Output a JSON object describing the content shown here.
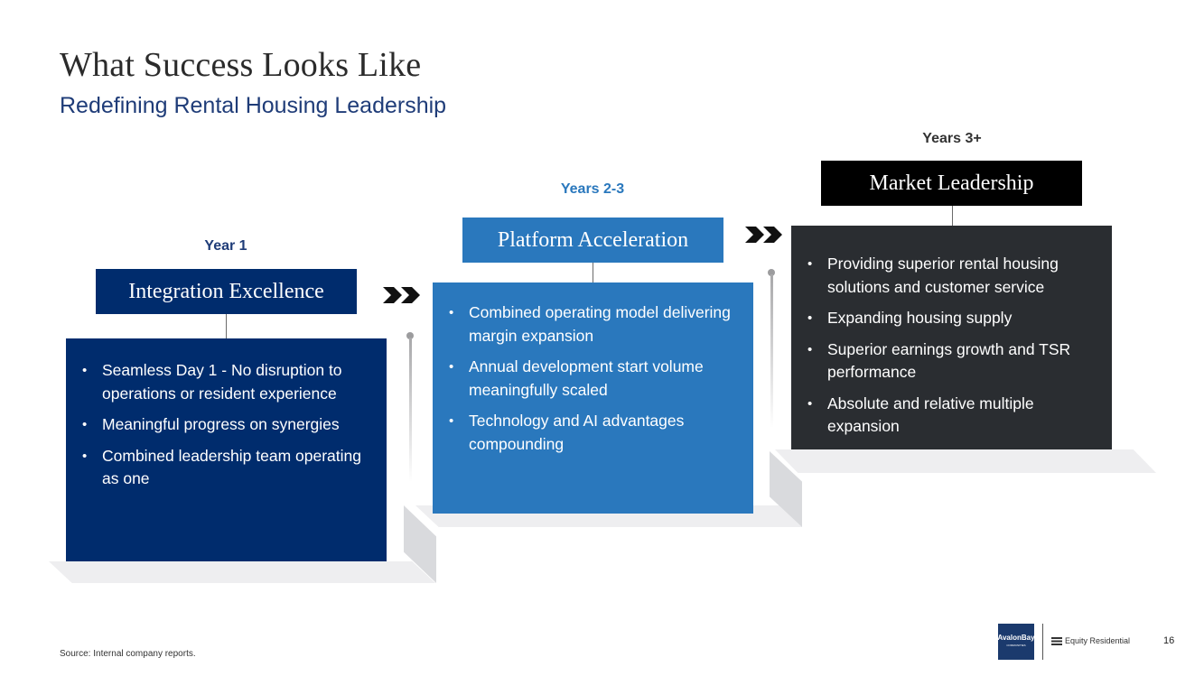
{
  "title": "What Success Looks Like",
  "subtitle": "Redefining Rental Housing Leadership",
  "phases": [
    {
      "year": "Year 1",
      "name": "Integration Excellence",
      "color": "#002c6d",
      "year_color": "#1f3c78",
      "bullets": [
        "Seamless Day 1 - No disruption to operations or resident experience",
        "Meaningful progress on synergies",
        "Combined leadership team operating as one"
      ]
    },
    {
      "year": "Years 2-3",
      "name": "Platform Acceleration",
      "color": "#2a78bd",
      "year_color": "#2a78bd",
      "bullets": [
        "Combined operating model delivering margin expansion",
        "Annual development start volume meaningfully scaled",
        "Technology and AI advantages compounding"
      ]
    },
    {
      "year": "Years 3+",
      "name": "Market Leadership",
      "title_color": "#000000",
      "color": "#2a2d31",
      "year_color": "#333333",
      "bullets": [
        "Providing superior rental housing solutions and customer service",
        "Expanding housing supply",
        "Superior earnings growth and TSR performance",
        "Absolute and relative multiple expansion"
      ]
    }
  ],
  "bullet_glyph": "•",
  "footer": {
    "source": "Source: Internal company reports.",
    "logo_avalonbay": "AvalonBay",
    "logo_avalonbay_sub": "COMMUNITIES",
    "logo_equity": "Equity Residential",
    "page_number": "16"
  }
}
